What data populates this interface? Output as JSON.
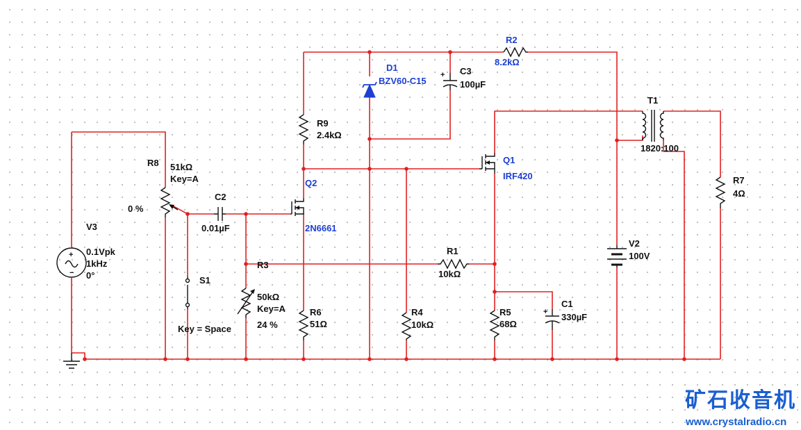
{
  "components": {
    "v3": {
      "name": "V3",
      "amplitude": "0.1Vpk",
      "frequency": "1kHz",
      "phase": "0°"
    },
    "r8": {
      "name": "R8",
      "value": "51kΩ",
      "key": "Key=A",
      "setting": "0 %"
    },
    "c2": {
      "name": "C2",
      "value": "0.01µF"
    },
    "s1": {
      "name": "S1",
      "key": "Key = Space"
    },
    "r3": {
      "name": "R3",
      "value": "50kΩ",
      "key": "Key=A",
      "setting": "24 %"
    },
    "r9": {
      "name": "R9",
      "value": "2.4kΩ"
    },
    "q2": {
      "name": "Q2",
      "part": "2N6661"
    },
    "r6": {
      "name": "R6",
      "value": "51Ω"
    },
    "d1": {
      "name": "D1",
      "part": "BZV60-C15"
    },
    "c3": {
      "name": "C3",
      "value": "100µF",
      "polarity": "+"
    },
    "r2": {
      "name": "R2",
      "value": "8.2kΩ"
    },
    "q1": {
      "name": "Q1",
      "part": "IRF420"
    },
    "r1": {
      "name": "R1",
      "value": "10kΩ"
    },
    "r4": {
      "name": "R4",
      "value": "10kΩ"
    },
    "r5": {
      "name": "R5",
      "value": "68Ω"
    },
    "c1": {
      "name": "C1",
      "value": "330µF",
      "polarity": "+"
    },
    "t1": {
      "name": "T1",
      "ratio": "1820:100"
    },
    "v2": {
      "name": "V2",
      "value": "100V"
    },
    "r7": {
      "name": "R7",
      "value": "4Ω"
    }
  },
  "watermark": {
    "brand": "矿石收音机",
    "url": "www.crystalradio.cn"
  },
  "colors": {
    "wire": "#e02020",
    "component": "#111111",
    "active_part_label": "#1c3fd4",
    "watermark": "#1a5fd0",
    "grid_dot": "#b9b9b9"
  }
}
